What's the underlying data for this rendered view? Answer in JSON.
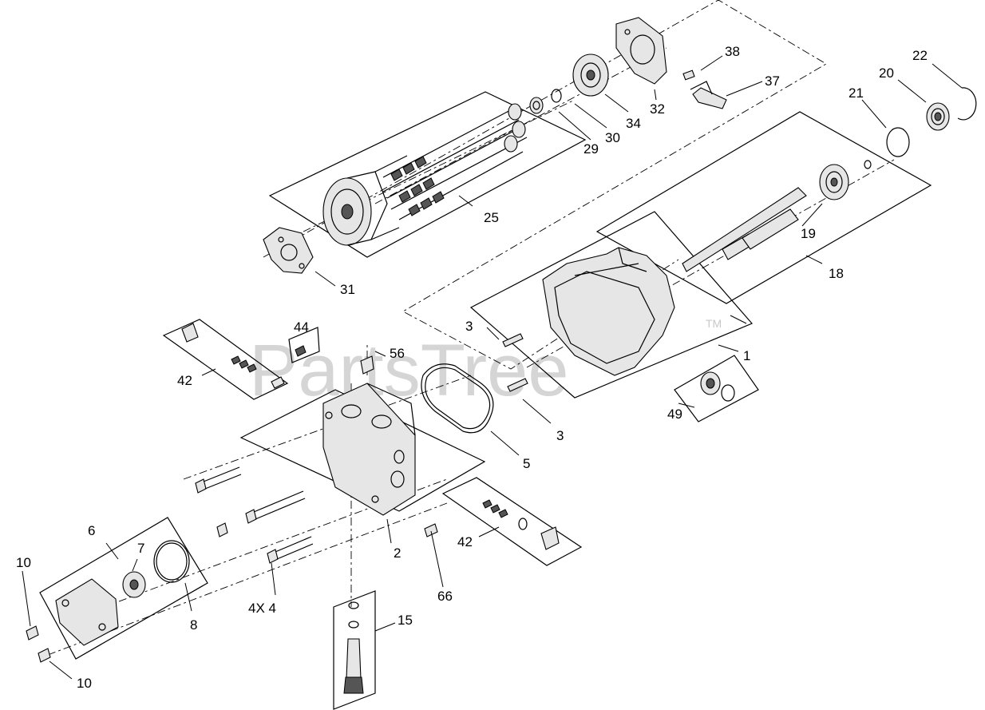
{
  "watermark": {
    "text": "PartsTree",
    "trademark": "TM"
  },
  "callouts": {
    "c1": "1",
    "c2": "2",
    "c3a": "3",
    "c3b": "3",
    "c5": "5",
    "c6": "6",
    "c7": "7",
    "c8": "8",
    "c10a": "10",
    "c10b": "10",
    "c15": "15",
    "c18": "18",
    "c19": "19",
    "c20": "20",
    "c21": "21",
    "c22": "22",
    "c25": "25",
    "c29": "29",
    "c30": "30",
    "c31": "31",
    "c32": "32",
    "c34": "34",
    "c37": "37",
    "c38": "38",
    "c42a": "42",
    "c42b": "42",
    "c44": "44",
    "c49": "49",
    "c56": "56",
    "c66": "66",
    "c4x4": "4X 4"
  }
}
